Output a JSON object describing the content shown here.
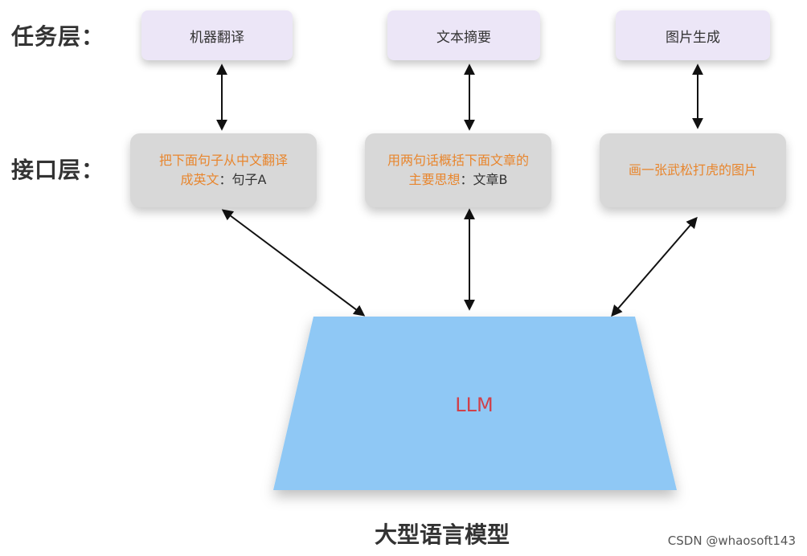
{
  "layers": {
    "task_label": "任务层：",
    "interface_label": "接口层："
  },
  "tasks": [
    {
      "label": "机器翻译"
    },
    {
      "label": "文本摘要"
    },
    {
      "label": "图片生成"
    }
  ],
  "interfaces": [
    {
      "line1": "把下面句子从中文翻译",
      "line2_orange": "成英文",
      "line2_dark": "：句子A"
    },
    {
      "line1": "用两句话概括下面文章的",
      "line2_orange": "主要思想",
      "line2_dark": "：文章B"
    },
    {
      "line1": "画一张武松打虎的图片",
      "line2_orange": "",
      "line2_dark": ""
    }
  ],
  "model": {
    "label": "LLM",
    "caption": "大型语言模型"
  },
  "watermark": "CSDN @whaosoft143",
  "colors": {
    "task_box": "#ece6f7",
    "interface_box": "#d8d8d8",
    "prompt_text": "#e8862e",
    "llm_fill": "#8fc8f5",
    "llm_text": "#d0404a"
  }
}
